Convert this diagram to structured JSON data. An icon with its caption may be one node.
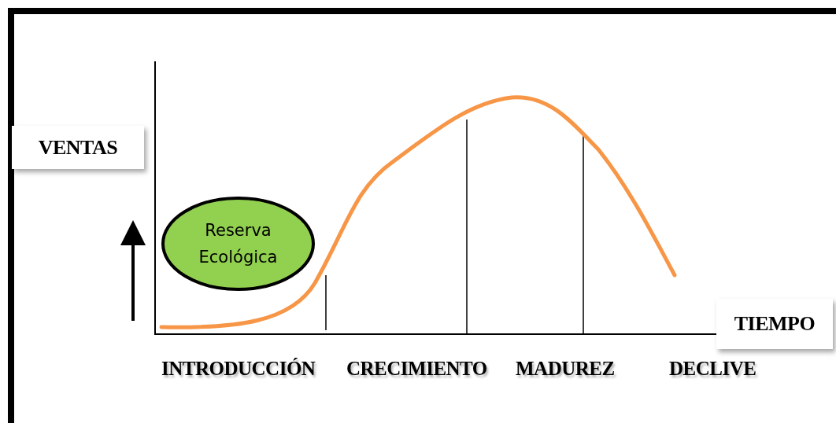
{
  "diagram": {
    "nodes": [
      {
        "text": [
          "VENTAS"
        ]
      },
      {
        "text": [
          "Reserva Ecológica"
        ]
      },
      {
        "text": [
          "TIEMPO"
        ]
      }
    ],
    "labels": [
      "INTRODUCCIÓN",
      "CRECIMIENTO",
      "MADUREZ",
      "DECLIVE"
    ]
  }
}
